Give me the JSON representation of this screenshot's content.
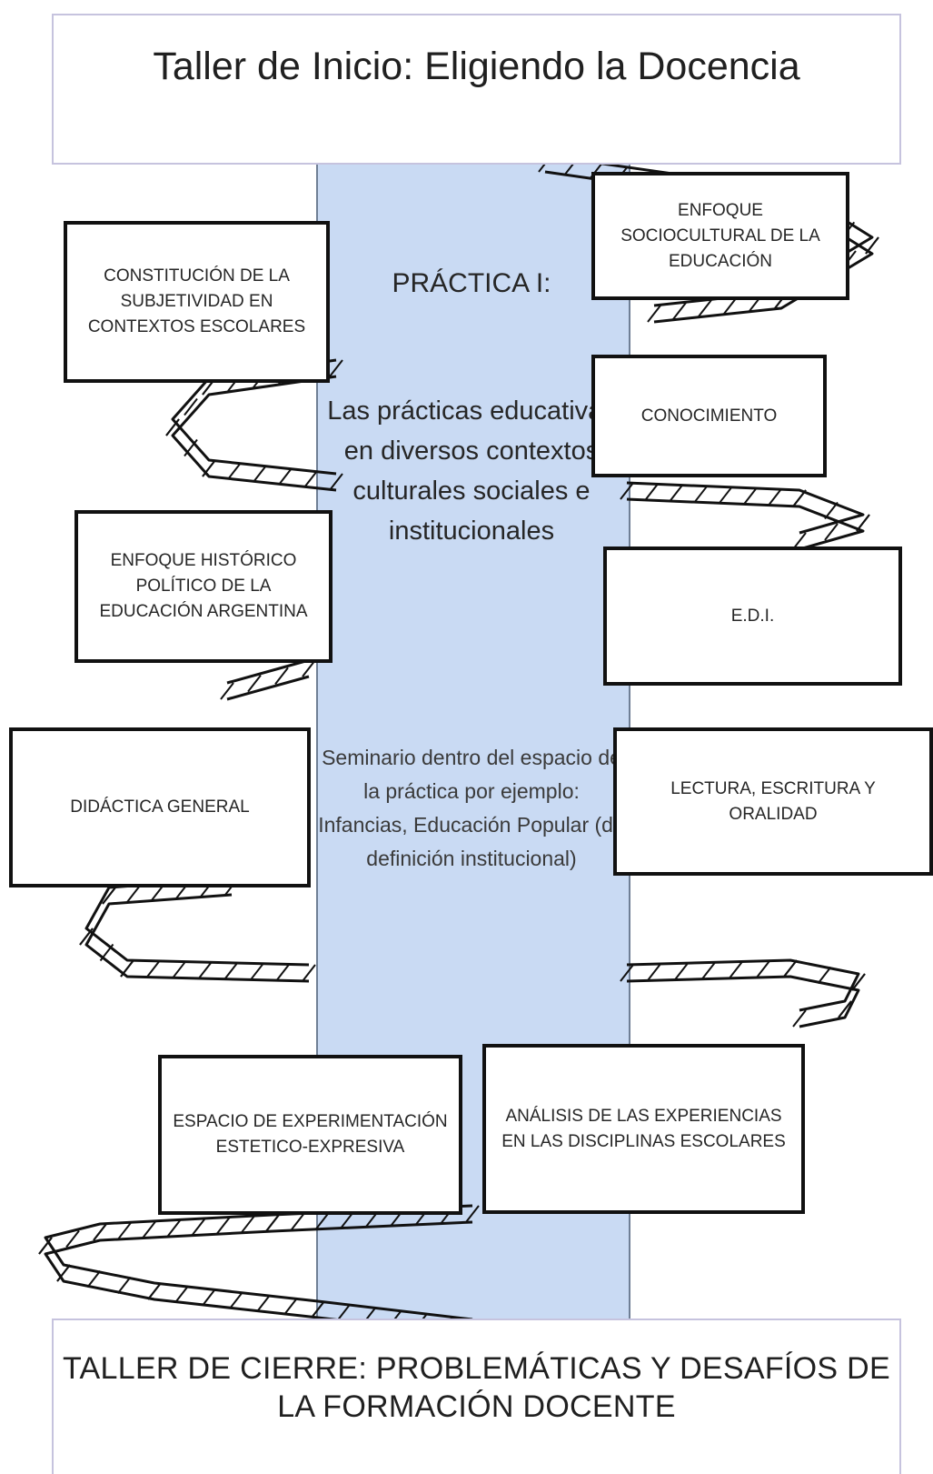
{
  "header": {
    "title": "Taller de Inicio: Eligiendo la Docencia"
  },
  "center": {
    "title": "PRÁCTICA I:",
    "description": "Las prácticas educativas en diversos contextos culturales sociales e institucionales",
    "seminar": "Seminario dentro del espacio de la práctica por ejemplo: Infancias, Educación Popular (de definición institucional)"
  },
  "boxes": {
    "constitucion": "CONSTITUCIÓN DE LA SUBJETIVIDAD EN CONTEXTOS ESCOLARES",
    "sociocultural": "ENFOQUE SOCIOCULTURAL DE LA EDUCACIÓN",
    "conocimiento": "CONOCIMIENTO",
    "historico": "ENFOQUE HISTÓRICO POLÍTICO DE LA EDUCACIÓN ARGENTINA",
    "edi": "E.D.I.",
    "didactica": "DIDÁCTICA GENERAL",
    "lectura": "LECTURA, ESCRITURA Y ORALIDAD",
    "espacio": "ESPACIO DE EXPERIMENTACIÓN ESTETICO-EXPRESIVA",
    "analisis": "ANÁLISIS DE LAS EXPERIENCIAS EN LAS DISCIPLINAS ESCOLARES"
  },
  "footer": {
    "title": "TALLER DE CIERRE: PROBLEMÁTICAS Y DESAFÍOS DE LA FORMACIÓN DOCENTE"
  }
}
